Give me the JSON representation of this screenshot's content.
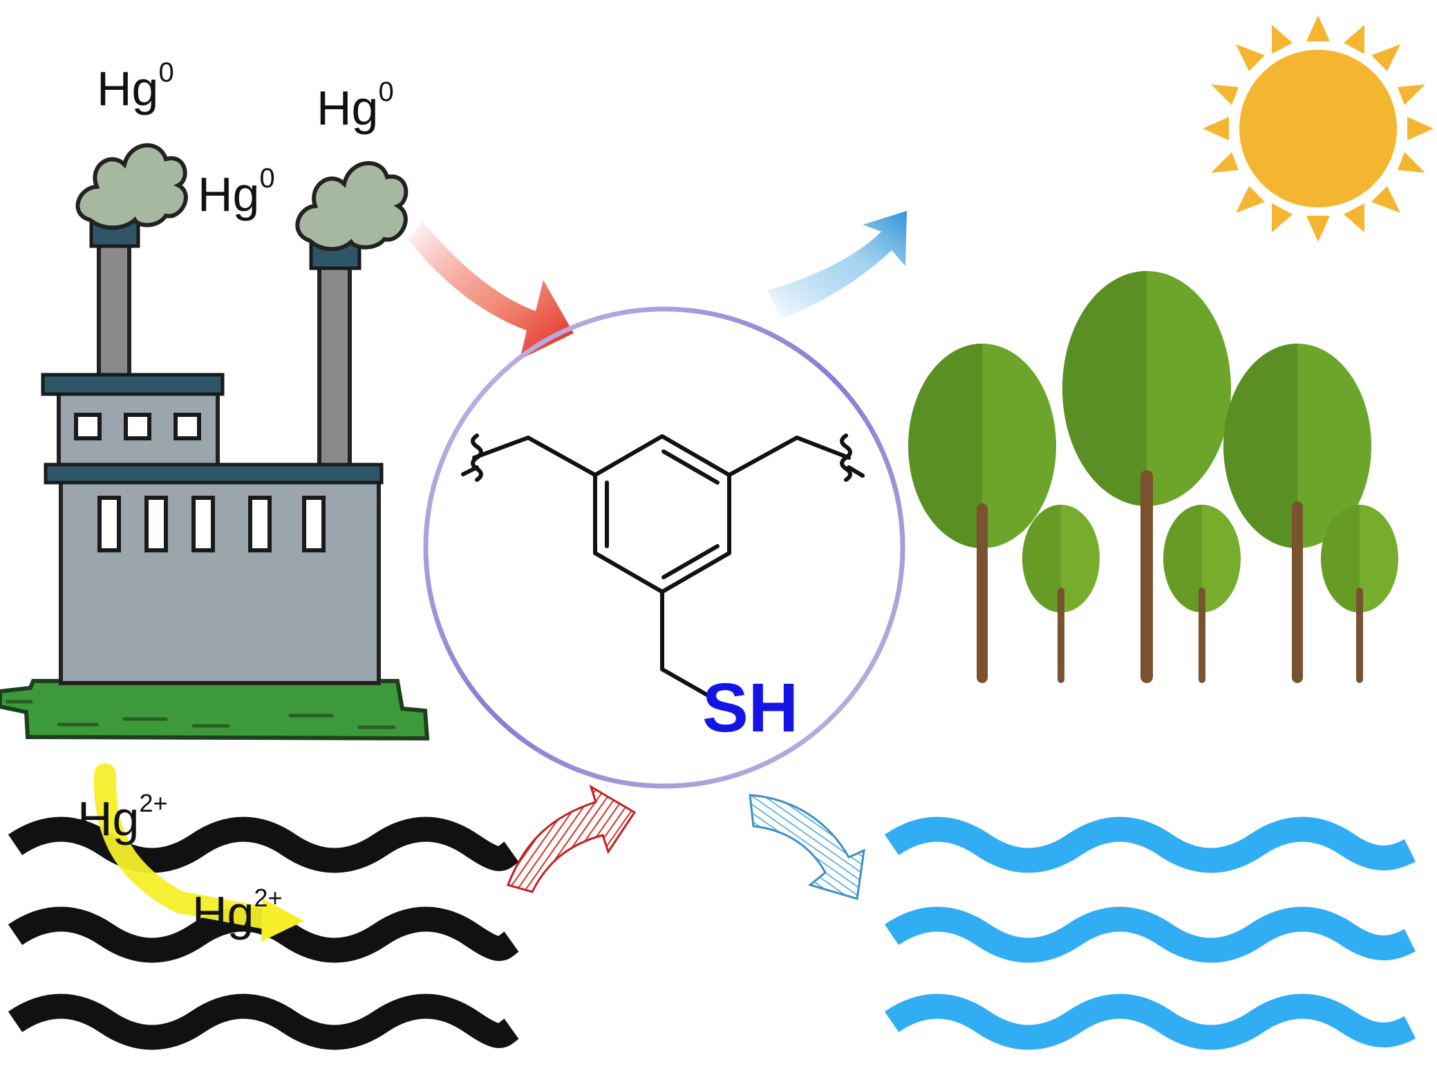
{
  "labels": {
    "hg0_left": {
      "base": "Hg",
      "sup": "0"
    },
    "hg0_middle": {
      "base": "Hg",
      "sup": "0"
    },
    "hg0_right": {
      "base": "Hg",
      "sup": "0"
    },
    "hg2_upper": {
      "base": "Hg",
      "sup": "2+"
    },
    "hg2_lower": {
      "base": "Hg",
      "sup": "2+"
    }
  },
  "molecule": {
    "functional_group": "SH"
  },
  "colors": {
    "background": "#ffffff",
    "factory_body": "#9aa6ab",
    "factory_roof": "#2f5568",
    "chimney": "#8a8a8a",
    "smoke": "#a7b8a0",
    "grass": "#3c9a3a",
    "sun": "#f4b630",
    "tree_dark": "#5a8f24",
    "tree_light": "#76ad2d",
    "trunk": "#7a5230",
    "polluted_water": "#111111",
    "clean_water": "#30adf3",
    "mercury_path": "#f6ef2a",
    "thiol_label": "#1414e6",
    "arrow_in": "#e8342a",
    "arrow_out": "#3d9fdc"
  },
  "icons": [
    "factory-icon",
    "smoke-icon",
    "sun-icon",
    "tree-icon",
    "polluted-water-icon",
    "clean-water-icon",
    "ring-icon",
    "arrow-icon"
  ]
}
